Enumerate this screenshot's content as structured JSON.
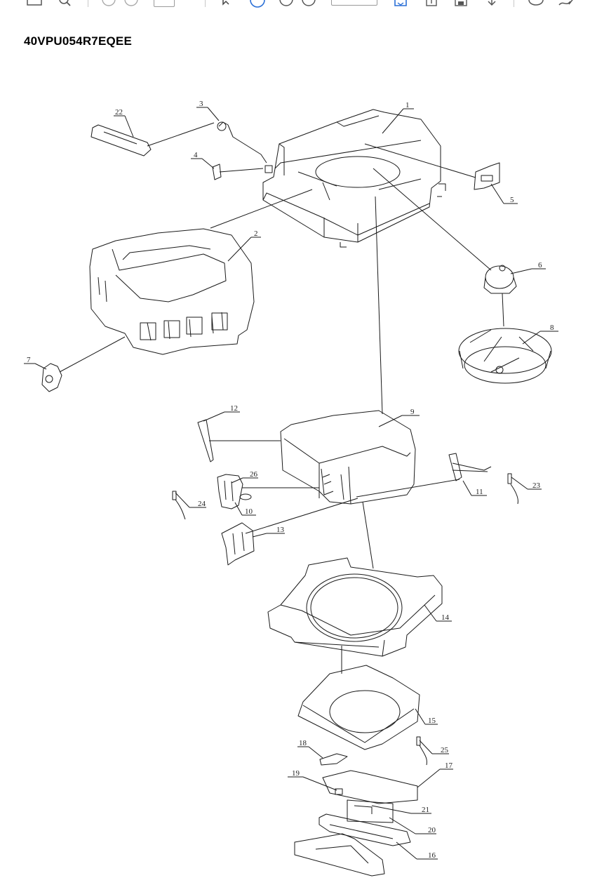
{
  "toolbar": {
    "items": [
      {
        "icon": "mail-icon"
      },
      {
        "icon": "search-icon"
      },
      {
        "icon": "previous-page-icon"
      },
      {
        "icon": "next-page-icon"
      },
      {
        "icon": "select-pointer-icon"
      },
      {
        "icon": "hand-tool-icon"
      },
      {
        "icon": "zoom-out-icon"
      },
      {
        "icon": "zoom-in-icon"
      },
      {
        "icon": "fit-page-icon"
      },
      {
        "icon": "rotate-icon"
      },
      {
        "icon": "save-icon"
      },
      {
        "icon": "download-icon"
      },
      {
        "icon": "comment-icon"
      },
      {
        "icon": "sign-icon"
      }
    ]
  },
  "document": {
    "title": "40VPU054R7EQEE"
  },
  "diagram": {
    "callouts": [
      "1",
      "2",
      "3",
      "4",
      "5",
      "6",
      "7",
      "8",
      "9",
      "10",
      "11",
      "12",
      "13",
      "14",
      "15",
      "16",
      "17",
      "18",
      "19",
      "20",
      "21",
      "22",
      "23",
      "24",
      "25",
      "26"
    ]
  }
}
